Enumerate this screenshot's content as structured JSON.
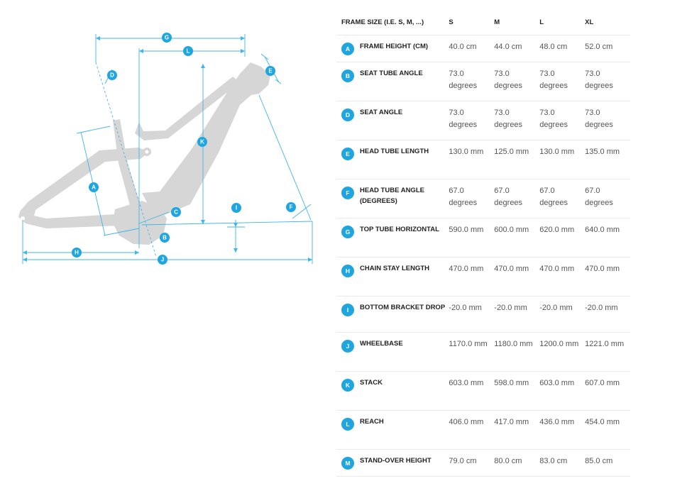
{
  "header": {
    "label": "FRAME SIZE (I.E. S, M, ...)",
    "sizes": [
      "S",
      "M",
      "L",
      "XL"
    ]
  },
  "rows": [
    {
      "key": "A",
      "label": "FRAME HEIGHT (CM)",
      "values": [
        "40.0 cm",
        "44.0 cm",
        "48.0 cm",
        "52.0 cm"
      ]
    },
    {
      "key": "B",
      "label": "SEAT TUBE ANGLE",
      "values": [
        "73.0 degrees",
        "73.0 degrees",
        "73.0 degrees",
        "73.0 degrees"
      ]
    },
    {
      "key": "D",
      "label": "SEAT ANGLE",
      "values": [
        "73.0 degrees",
        "73.0 degrees",
        "73.0 degrees",
        "73.0 degrees"
      ]
    },
    {
      "key": "E",
      "label": "HEAD TUBE LENGTH",
      "values": [
        "130.0 mm",
        "125.0 mm",
        "130.0 mm",
        "135.0 mm"
      ]
    },
    {
      "key": "F",
      "label": "HEAD TUBE ANGLE (DEGREES)",
      "values": [
        "67.0 degrees",
        "67.0 degrees",
        "67.0 degrees",
        "67.0 degrees"
      ]
    },
    {
      "key": "G",
      "label": "TOP TUBE HORIZONTAL",
      "values": [
        "590.0 mm",
        "600.0 mm",
        "620.0 mm",
        "640.0 mm"
      ]
    },
    {
      "key": "H",
      "label": "CHAIN STAY LENGTH",
      "values": [
        "470.0 mm",
        "470.0 mm",
        "470.0 mm",
        "470.0 mm"
      ]
    },
    {
      "key": "I",
      "label": "BOTTOM BRACKET DROP",
      "values": [
        "-20.0 mm",
        "-20.0 mm",
        "-20.0 mm",
        "-20.0 mm"
      ]
    },
    {
      "key": "J",
      "label": "WHEELBASE",
      "values": [
        "1170.0 mm",
        "1180.0 mm",
        "1200.0 mm",
        "1221.0 mm"
      ]
    },
    {
      "key": "K",
      "label": "STACK",
      "values": [
        "603.0 mm",
        "598.0 mm",
        "603.0 mm",
        "607.0 mm"
      ]
    },
    {
      "key": "L",
      "label": "REACH",
      "values": [
        "406.0 mm",
        "417.0 mm",
        "436.0 mm",
        "454.0 mm"
      ]
    },
    {
      "key": "M",
      "label": "STAND-OVER HEIGHT",
      "values": [
        "79.0 cm",
        "80.0 cm",
        "83.0 cm",
        "85.0 cm"
      ]
    }
  ],
  "diagram_markers": [
    "G",
    "L",
    "D",
    "E",
    "K",
    "A",
    "C",
    "I",
    "F",
    "B",
    "H",
    "J"
  ],
  "colors": {
    "accent": "#1fa6e0",
    "frame": "#d6d6d6",
    "rule": "#ececec"
  }
}
